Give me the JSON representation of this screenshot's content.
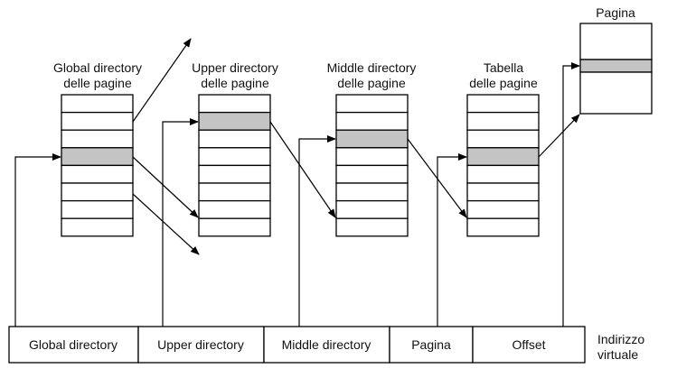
{
  "tables": [
    {
      "title_line1": "Global directory",
      "title_line2": "delle pagine",
      "rows": 8,
      "highlight_row": 3
    },
    {
      "title_line1": "Upper directory",
      "title_line2": "delle pagine",
      "rows": 8,
      "highlight_row": 1
    },
    {
      "title_line1": "Middle directory",
      "title_line2": "delle pagine",
      "rows": 8,
      "highlight_row": 2
    },
    {
      "title_line1": "Tabella",
      "title_line2": "delle pagine",
      "rows": 8,
      "highlight_row": 3
    }
  ],
  "page": {
    "title": "Pagina"
  },
  "address_fields": [
    "Global directory",
    "Upper directory",
    "Middle directory",
    "Pagina",
    "Offset"
  ],
  "address_label_line1": "Indirizzo",
  "address_label_line2": "virtuale",
  "colors": {
    "highlight": "#c4c4c4",
    "line": "#000000"
  }
}
